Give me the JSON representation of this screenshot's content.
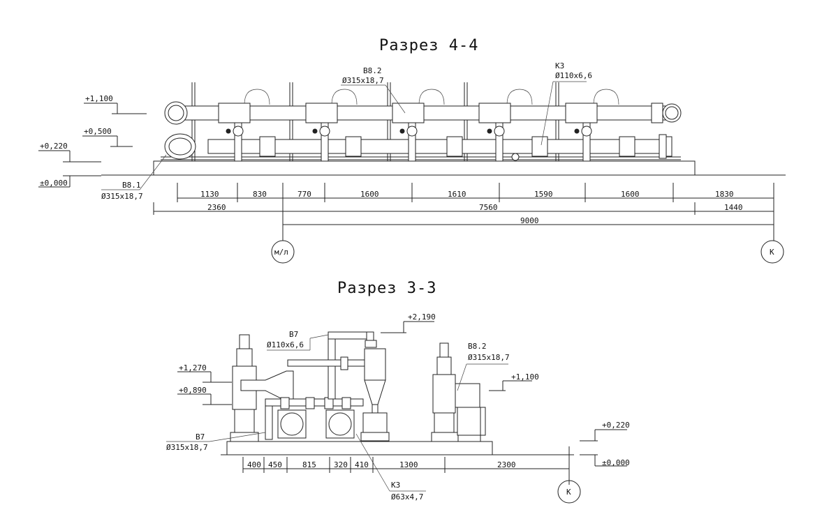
{
  "section_top": {
    "title": "Разрез 4-4",
    "elevations": [
      "+1,100",
      "+0,500",
      "+0,220",
      "±0,000"
    ],
    "pipe_labels": [
      {
        "code": "В8.2",
        "size": "Ø315x18,7"
      },
      {
        "code": "К3",
        "size": "Ø110x6,6"
      },
      {
        "code": "В8.1",
        "size": "Ø315x18,7"
      }
    ],
    "dims_row1": [
      "1130",
      "830",
      "770",
      "1600",
      "1610",
      "1590",
      "1600",
      "1830"
    ],
    "dims_row2": [
      "2360",
      "7560",
      "1440"
    ],
    "dims_row3": [
      "9000"
    ],
    "axes": [
      "м/л",
      "К"
    ]
  },
  "section_bottom": {
    "title": "Разрез 3-3",
    "elevations": [
      "+2,190",
      "+1,270",
      "+0,890",
      "+1,100",
      "+0,220",
      "±0,000"
    ],
    "pipe_labels": [
      {
        "code": "В7",
        "size": "Ø110x6,6"
      },
      {
        "code": "В8.2",
        "size": "Ø315x18,7"
      },
      {
        "code": "В7",
        "size": "Ø315x18,7"
      },
      {
        "code": "К3",
        "size": "Ø63x4,7"
      }
    ],
    "dims": [
      "400",
      "450",
      "815",
      "320",
      "410",
      "1300",
      "2300"
    ],
    "axes": [
      "К"
    ]
  }
}
